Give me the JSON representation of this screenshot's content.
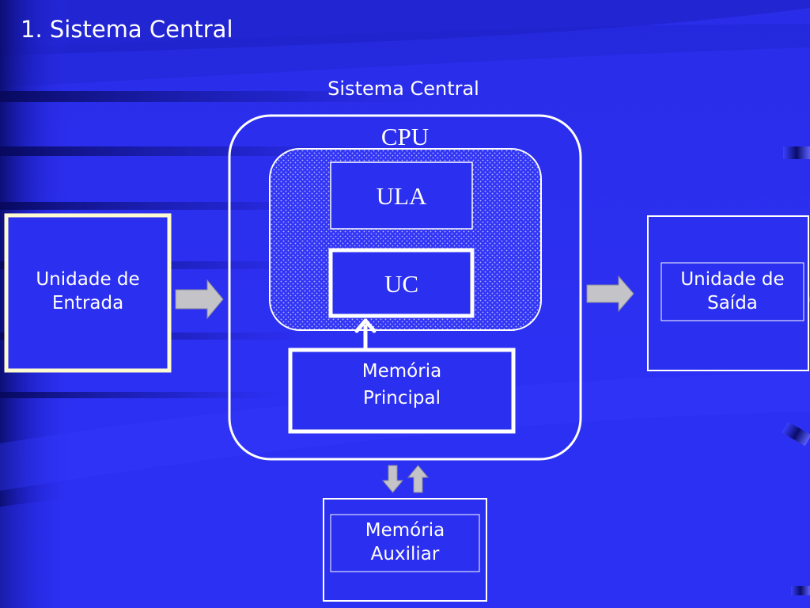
{
  "slide": {
    "title": "1. Sistema Central"
  },
  "diagram": {
    "system_label": "Sistema Central",
    "cpu_label": "CPU",
    "ula_label": "ULA",
    "uc_label": "UC",
    "main_memory": {
      "line1": "Memória",
      "line2": "Principal"
    },
    "input_unit": {
      "line1": "Unidade de",
      "line2": "Entrada"
    },
    "output_unit": {
      "line1": "Unidade de",
      "line2": "Saída"
    },
    "aux_memory": {
      "line1": "Memória",
      "line2": "Auxiliar"
    }
  },
  "colors": {
    "background": "#2a2ef0",
    "border": "#ffffff",
    "input_border": "#fffbd0",
    "arrow_fill": "#c0c0c0",
    "text": "#ffffff"
  }
}
